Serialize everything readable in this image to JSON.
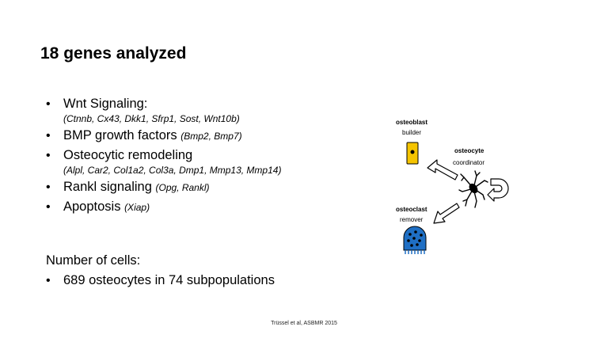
{
  "slide": {
    "title": "18 genes analyzed",
    "bullets": [
      {
        "text": "Wnt Signaling:",
        "genes": "(Ctnnb, Cx43, Dkk1, Sfrp1, Sost, Wnt10b)",
        "layout": "sub"
      },
      {
        "text": "BMP growth factors",
        "genes": "(Bmp2, Bmp7)",
        "layout": "inline"
      },
      {
        "text": "Osteocytic remodeling",
        "genes": "(Alpl, Car2, Col1a2, Col3a, Dmp1, Mmp13, Mmp14)",
        "layout": "sub"
      },
      {
        "text": "Rankl signaling",
        "genes": "(Opg, Rankl)",
        "layout": "inline"
      },
      {
        "text": "Apoptosis",
        "genes": "(Xiap)",
        "layout": "inline"
      }
    ],
    "cells_heading": "Number of cells:",
    "cells_bullet": "689 osteocytes  in 74 subpopulations",
    "footer": "Trüssel et al, ASBMR 2015",
    "bullet_char": "•"
  },
  "diagram": {
    "osteoblast": {
      "name": "osteoblast",
      "role": "builder",
      "color": "#f5c400"
    },
    "osteocyte": {
      "name": "osteocyte",
      "role": "coordinator"
    },
    "osteoclast": {
      "name": "osteoclast",
      "role": "remover",
      "color": "#1f6fc4"
    }
  }
}
